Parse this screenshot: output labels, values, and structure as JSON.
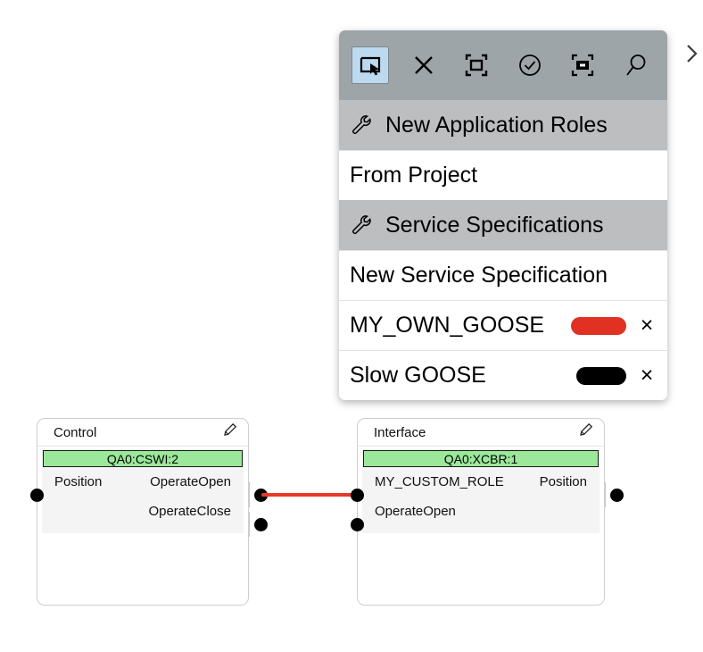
{
  "panel": {
    "toolbar": {
      "tools": [
        {
          "name": "select-tool",
          "icon": "pointer-select-icon",
          "active": true
        },
        {
          "name": "delete-tool",
          "icon": "close-x-icon",
          "active": false
        },
        {
          "name": "fit-tool",
          "icon": "frame-rect-icon",
          "active": false
        },
        {
          "name": "validate-tool",
          "icon": "check-circle-icon",
          "active": false
        },
        {
          "name": "focus-tool",
          "icon": "focus-target-icon",
          "active": false
        },
        {
          "name": "zoom-tool",
          "icon": "magnifier-icon",
          "active": false
        }
      ]
    },
    "sections": [
      {
        "type": "header",
        "name": "new-application-roles",
        "icon": "wrench-icon",
        "label": "New Application Roles"
      },
      {
        "type": "item",
        "name": "from-project",
        "label": "From Project"
      },
      {
        "type": "header",
        "name": "service-specifications",
        "icon": "wrench-icon",
        "label": "Service Specifications"
      },
      {
        "type": "item",
        "name": "new-service-specification",
        "label": "New Service Specification"
      },
      {
        "type": "item",
        "name": "my-own-goose",
        "label": "MY_OWN_GOOSE",
        "swatch": "#e03122",
        "swatch_width": "wide",
        "close": "×"
      },
      {
        "type": "item",
        "name": "slow-goose",
        "label": "Slow GOOSE",
        "swatch": "#000000",
        "swatch_width": "narrow",
        "close": "×"
      }
    ]
  },
  "canvas": {
    "expand_chevron": "expand-right-icon",
    "blocks": [
      {
        "name": "control-block",
        "title": "Control",
        "edit_icon": "pencil-icon",
        "tag": "QA0:CSWI:2",
        "rows": [
          {
            "input": "Position",
            "output": "OperateOpen"
          },
          {
            "input": "",
            "output": "OperateClose"
          }
        ]
      },
      {
        "name": "interface-block",
        "title": "Interface",
        "edit_icon": "pencil-icon",
        "tag": "QA0:XCBR:1",
        "rows": [
          {
            "input": "MY_CUSTOM_ROLE",
            "output": "Position"
          },
          {
            "input": "OperateOpen",
            "output": ""
          }
        ]
      }
    ],
    "connection": {
      "name": "goose-connection",
      "color": "#e8392b",
      "from": "OperateOpen",
      "to": "MY_CUSTOM_ROLE"
    }
  }
}
